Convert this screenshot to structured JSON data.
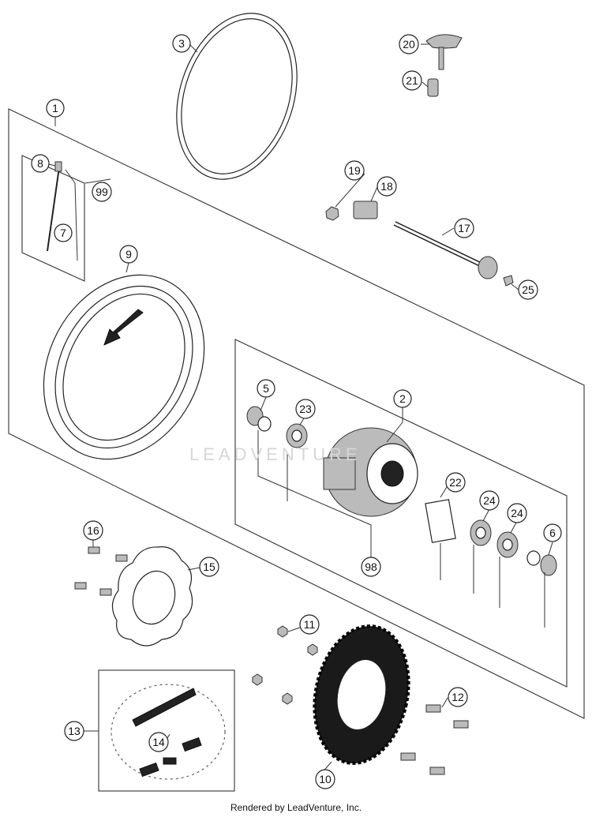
{
  "callouts": {
    "c1": "1",
    "c2": "2",
    "c3": "3",
    "c5": "5",
    "c6": "6",
    "c7": "7",
    "c8": "8",
    "c9": "9",
    "c10": "10",
    "c11": "11",
    "c12": "12",
    "c13": "13",
    "c14": "14",
    "c15": "15",
    "c16": "16",
    "c17": "17",
    "c18": "18",
    "c19": "19",
    "c20": "20",
    "c21": "21",
    "c22": "22",
    "c23": "23",
    "c24a": "24",
    "c24b": "24",
    "c25": "25",
    "c98": "98",
    "c99": "99"
  },
  "watermark": "LEADVENTURE",
  "footer": "Rendered by LeadVenture, Inc."
}
